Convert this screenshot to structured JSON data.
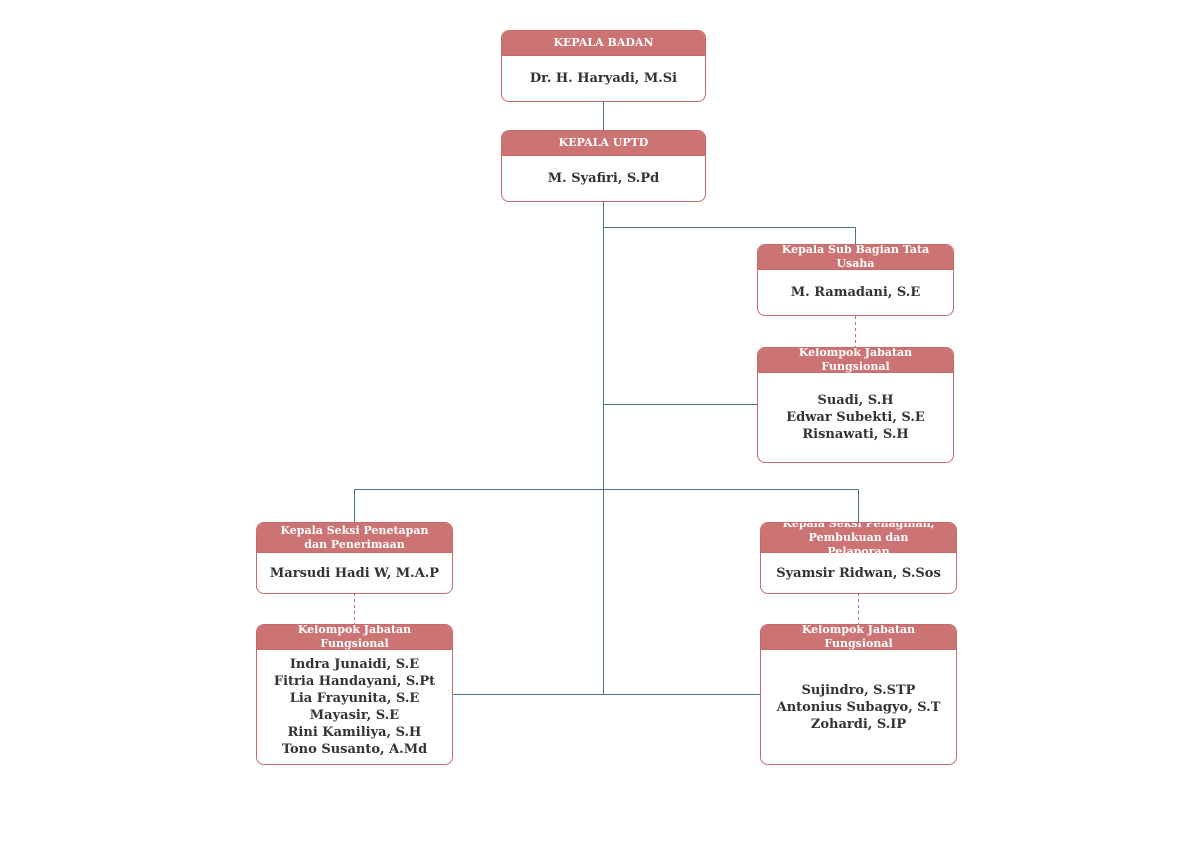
{
  "kepala_badan": {
    "title": "KEPALA BADAN",
    "name": "Dr. H. Haryadi, M.Si"
  },
  "kepala_uptd": {
    "title": "KEPALA UPTD",
    "name": "M. Syafiri, S.Pd"
  },
  "kasubag_tu": {
    "title": "Kepala Sub Bagian Tata Usaha",
    "name": "M. Ramadani, S.E"
  },
  "jf_tu": {
    "title": "Kelompok Jabatan Fungsional",
    "names": [
      "Suadi, S.H",
      "Edwar Subekti, S.E",
      "Risnawati, S.H"
    ]
  },
  "kasi_penetapan": {
    "title": "Kepala Seksi Penetapan dan Penerimaan",
    "name": "Marsudi Hadi W, M.A.P"
  },
  "jf_penetapan": {
    "title": "Kelompok Jabatan Fungsional",
    "names": [
      "Indra Junaidi, S.E",
      "Fitria Handayani, S.Pt",
      "Lia Frayunita, S.E",
      "Mayasir, S.E",
      "Rini Kamiliya, S.H",
      "Tono Susanto, A.Md"
    ]
  },
  "kasi_penagihan": {
    "title": "Kepala Seksi Penagihan, Pembukuan dan Pelaporan",
    "name": "Syamsir Ridwan, S.Sos"
  },
  "jf_penagihan": {
    "title": "Kelompok Jabatan Fungsional",
    "names": [
      "Sujindro, S.STP",
      "Antonius Subagyo, S.T",
      "Zohardi, S.IP"
    ]
  },
  "colors": {
    "header": "#cc7474",
    "border": "#c96a6a",
    "line": "#4a7282",
    "text": "#333333"
  }
}
